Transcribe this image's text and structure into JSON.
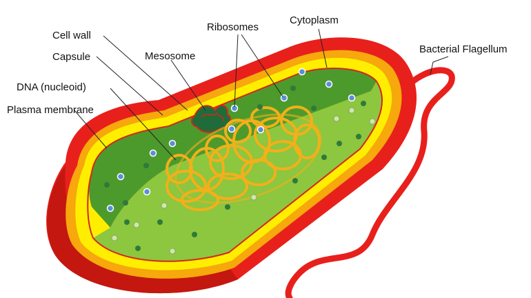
{
  "labels": {
    "cell_wall": "Cell wall",
    "capsule": "Capsule",
    "mesosome": "Mesosome",
    "dna": "DNA (nucleoid)",
    "plasma_membrane": "Plasma membrane",
    "ribosomes": "Ribosomes",
    "cytoplasm": "Cytoplasm",
    "flagellum": "Bacterial Flagellum"
  },
  "colors": {
    "capsule_outer": "#e8201c",
    "capsule_shadow": "#c4170f",
    "cell_wall": "#f6a80c",
    "membrane": "#ffee00",
    "membrane_line": "#d2281c",
    "cytoplasm_back": "#4d9a2c",
    "cytoplasm_floor": "#8dc63f",
    "nucleoid": "#f2b01a",
    "ribosome_blue": "#5b8ed8",
    "ribosome_green": "#2f7a3a",
    "ribosome_pale": "#cfe8a8"
  }
}
